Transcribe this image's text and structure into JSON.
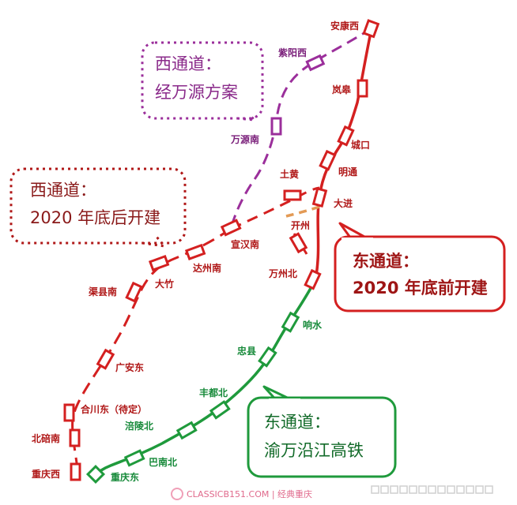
{
  "stations": {
    "ankangxi": "安康西",
    "ziyangxi": "紫阳西",
    "langao": "岚皋",
    "chengkou": "城口",
    "mingtong": "明通",
    "daijin": "大进",
    "wanyuannan": "万源南",
    "tuhuang": "土黄",
    "kaizhou": "开州",
    "xuanhannan": "宣汉南",
    "dazhounan": "达州南",
    "wanzhoubei": "万州北",
    "dazhu": "大竹",
    "quxiannan": "渠县南",
    "xiangshui": "响水",
    "zhongxian": "忠县",
    "guanganddong": "广安东",
    "fengdubei": "丰都北",
    "hechuandong": "合川东（待定）",
    "fulingbei": "涪陵北",
    "beibeinan": "北碚南",
    "banabei": "巴南北",
    "chongqingxi": "重庆西",
    "chongqingdong": "重庆东"
  },
  "callouts": {
    "west1_line1": "西通道：",
    "west1_line2": "经万源方案",
    "west2_line1": "西通道：",
    "west2_line2": "2020 年底后开建",
    "east1_line1": "东通道：",
    "east1_line2": "2020 年底前开建",
    "east2_line1": "东通道：",
    "east2_line2": "渝万沿江高铁"
  },
  "watermark": "CLASSICB151.COM | 经典重庆",
  "colors": {
    "red": "#d42020",
    "purple": "#9b2f9b",
    "green": "#1f9a3c",
    "orange": "#e39a55",
    "dark_red": "#b01818"
  }
}
